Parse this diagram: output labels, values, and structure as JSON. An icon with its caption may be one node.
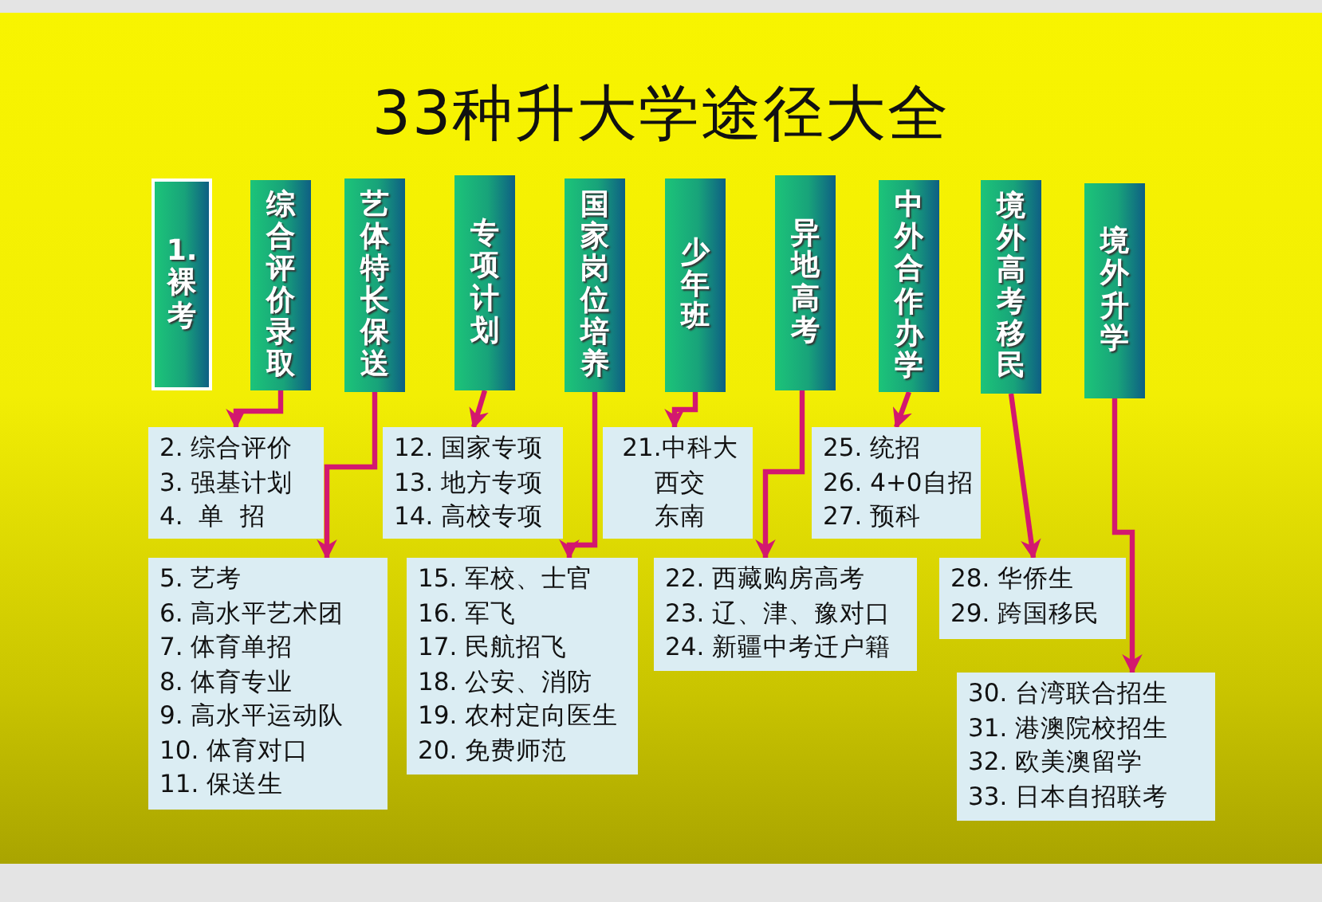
{
  "diagram": {
    "title": "33种升大学途径大全",
    "nodes": [
      {
        "text": [
          "1. 裸考"
        ]
      },
      {
        "text": [
          "综合评价录取"
        ]
      },
      {
        "text": [
          "艺体特长保送"
        ]
      },
      {
        "text": [
          "专项计划"
        ]
      },
      {
        "text": [
          "国家岗位培养"
        ]
      },
      {
        "text": [
          "少年班"
        ]
      },
      {
        "text": [
          "异地高考"
        ]
      },
      {
        "text": [
          "中外合作办学"
        ]
      },
      {
        "text": [
          "境外高考移民"
        ]
      },
      {
        "text": [
          "境外升学"
        ]
      },
      {
        "text": [
          "2. 综合评价",
          "3. 强基计划",
          "4.  单  招"
        ]
      },
      {
        "text": [
          "5. 艺考",
          "6. 高水平艺术团",
          "7. 体育单招",
          "8. 体育专业",
          "9. 高水平运动队",
          "10. 体育对口",
          "11. 保送生"
        ]
      },
      {
        "text": [
          "12. 国家专项",
          "13. 地方专项",
          "14. 高校专项"
        ]
      },
      {
        "text": [
          "15. 军校、士官",
          "16. 军飞",
          "17. 民航招飞",
          "18. 公安、消防",
          "19. 农村定向医生",
          "20. 免费师范"
        ]
      },
      {
        "text": [
          "21.中科大",
          "西交",
          "东南"
        ]
      },
      {
        "text": [
          "22. 西藏购房高考",
          "23. 辽、津、豫对口",
          "24. 新疆中考迁户籍"
        ]
      },
      {
        "text": [
          "25. 统招",
          "26. 4+0自招",
          "27. 预科"
        ]
      },
      {
        "text": [
          "28. 华侨生",
          "29. 跨国移民"
        ]
      },
      {
        "text": [
          "30. 台湾联合招生",
          "31. 港澳院校招生",
          "32. 欧美澳留学",
          "33. 日本自招联考"
        ]
      }
    ],
    "edges": [
      {
        "from": 1,
        "to": 10,
        "arrow": "to"
      },
      {
        "from": 2,
        "to": 11,
        "arrow": "to"
      },
      {
        "from": 3,
        "to": 12,
        "arrow": "to"
      },
      {
        "from": 4,
        "to": 13,
        "arrow": "to"
      },
      {
        "from": 5,
        "to": 14,
        "arrow": "to"
      },
      {
        "from": 6,
        "to": 15,
        "arrow": "to"
      },
      {
        "from": 7,
        "to": 16,
        "arrow": "to"
      },
      {
        "from": 8,
        "to": 17,
        "arrow": "to"
      },
      {
        "from": 9,
        "to": 18,
        "arrow": "to"
      }
    ]
  }
}
